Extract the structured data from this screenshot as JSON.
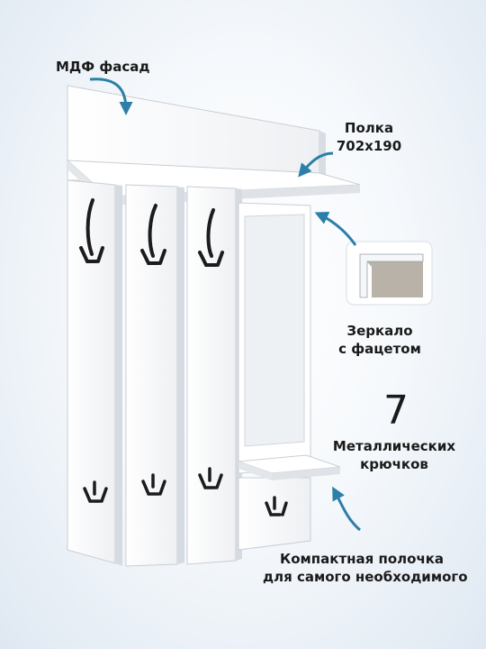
{
  "labels": {
    "facade": "МДФ фасад",
    "shelf_line1": "Полка",
    "shelf_line2": "702x190",
    "mirror_line1": "Зеркало",
    "mirror_line2": "с фацетом",
    "hooks_count": "7",
    "hooks_line1": "Металлических",
    "hooks_line2": "крючков",
    "small_shelf_line1": "Компактная полочка",
    "small_shelf_line2": "для самого необходимого"
  },
  "colors": {
    "arrow": "#2b7fa8",
    "panel": "#ffffff",
    "panel_shadow": "#c9ced6",
    "hook": "#1c1c1c",
    "mirror": "#eef1f4",
    "mirror_inset": "#b8b2a8"
  },
  "icons": [
    "curved-arrow-icon",
    "coat-hook-icon",
    "mirror-corner-inset"
  ]
}
